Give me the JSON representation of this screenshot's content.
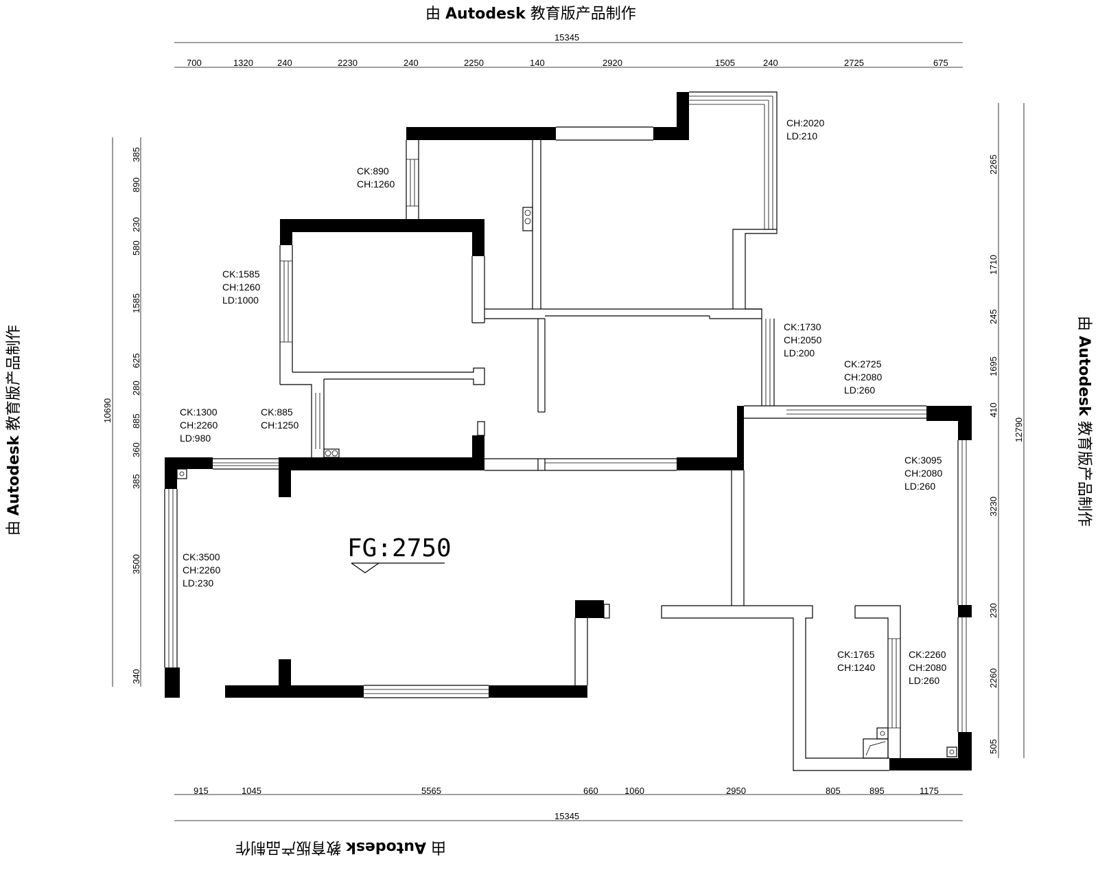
{
  "watermark": {
    "prefix": "由 ",
    "brand": "Autodesk",
    "suffix": " 教育版产品制作"
  },
  "dimensions": {
    "top_total": "15345",
    "top_segments": [
      "700",
      "1320",
      "240",
      "2230",
      "240",
      "2250",
      "140",
      "2920",
      "1505",
      "240",
      "2725",
      "675"
    ],
    "bottom_total": "15345",
    "bottom_segments": [
      "915",
      "1045",
      "5565",
      "660",
      "1060",
      "2950",
      "805",
      "895",
      "1175"
    ],
    "left_total": "10690",
    "left_segments": [
      "385",
      "890",
      "230",
      "580",
      "1585",
      "625",
      "280",
      "885",
      "360",
      "385",
      "3500",
      "340"
    ],
    "right_total": "12790",
    "right_segments": [
      "2265",
      "1710",
      "245",
      "1695",
      "410",
      "3230",
      "230",
      "2260",
      "505"
    ]
  },
  "labels": {
    "win_top_small": [
      "CK:890",
      "CH:1260"
    ],
    "win_top_right": [
      "CH:2020",
      "LD:210"
    ],
    "win_left_room": [
      "CK:1585",
      "CH:1260",
      "LD:1000"
    ],
    "win_mid_right": [
      "CK:1730",
      "CH:2050",
      "LD:200"
    ],
    "win_right_top": [
      "CK:2725",
      "CH:2080",
      "LD:260"
    ],
    "win_living_left_top": [
      "CK:1300",
      "CH:2260",
      "LD:980"
    ],
    "win_small_mid": [
      "CK:885",
      "CH:1250"
    ],
    "win_right_side": [
      "CK:3095",
      "CH:2080",
      "LD:260"
    ],
    "win_living_left": [
      "CK:3500",
      "CH:2260",
      "LD:230"
    ],
    "win_inner_small": [
      "CK:1765",
      "CH:1240"
    ],
    "win_right_lower": [
      "CK:2260",
      "CH:2080",
      "LD:260"
    ]
  },
  "floor_height": "FG:2750"
}
